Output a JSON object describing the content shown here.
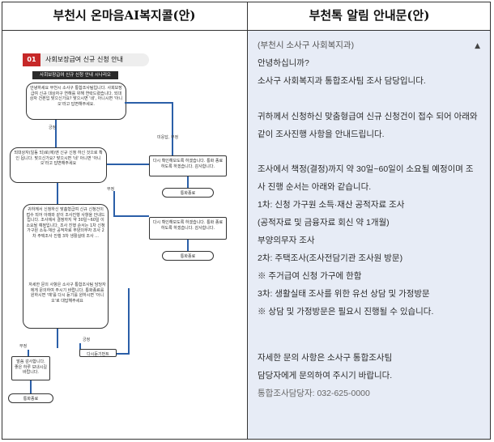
{
  "headers": {
    "left_title": "부천시 온마음AI복지콜(안)",
    "right_title": "부천톡 알림 안내문(안)"
  },
  "flowchart": {
    "step_number": "01",
    "step_title": "사회보장급여 신규 신청 안내",
    "sub_title": "사회보장급여 신규 신청 안내 시나리오",
    "intro_box": "안녕하세요 부천시 소사구 통합조사팀입니다. 사회보장급여 신규 대상자구 연해를 위해 연락드렸습니다. 되대상자 건본입 맞으신가요? 맞으시면 '네', 아니시면 '아니오'라고 답변해주세요.",
    "branch_yes": "긍정",
    "branch_no_reply": "미응답, 부정",
    "confirm_box": "되대상자(일동 되)로(에)엔 신규 신청 하신 것으로 확인 됩니다. 맞으신가요? 맞으시면 '네' 아니면 '아니오'라고 답변해주세요",
    "recheck_box_1": "다시 확인해보도록 하겠습니다. 통화 종료 하도록 하겠습니다. 감사합니다.",
    "end_label_1": "통화종료",
    "branch_no": "부정",
    "main_box": "귀하께서 신청하신 맞춤형급여 신규 신청건이 접수 되어 아래와 같이 조사진행 사항을 안내드립니다. 조사에서 결정까지 약 30일~60일 이 소요될 예정입니다. 조사 진행 순서는 1차 신청 가구원 소득·재산 공적자료 부양의무자 조사 2차 주택조사 진행 3차 생활실태 조사 ...",
    "recheck_box_2": "다시 확인해보도록 하겠습니다. 통화 종료 하도록 하겠습니다. 감사합니다.",
    "end_label_2": "통화종료",
    "contact_box": "자세한 문의 사항은 소사구 통합조사팀 담당자에게 문의하여 주시기 바랍니다. 통화종료를 원하시면 '예'를 다시 듣기를 원하시면 '아니오'로 대답해주세요",
    "branch_yes_2": "긍정",
    "replay_box": "다시듣기번트",
    "end_box_text": "말씀 감사합니다. 좋은 하루 보내시길 바랍니다.",
    "end_label_3": "통화종료"
  },
  "message": {
    "lines": [
      "(부천시 소사구 사회복지과)",
      "안녕하십니까?",
      "소사구 사회복지과 통합조사팀 조사 담당입니다.",
      "",
      "귀하께서 신청하신 맞춤형급여 신규 신청건이 접수 되어 아래와",
      "같이 조사진행 사항을 안내드립니다.",
      "",
      "조사에서 책정(결정)까지 약 30일~60일이 소요될 예정이며 조",
      "사 진행 순서는 아래와 같습니다.",
      "1차: 신청 가구원 소득·재산 공적자료 조사",
      "(공적자료 및 금융자료 회신 약 1개월)",
      "부양의무자 조사",
      "2차: 주택조사(조사전담기관 조사원 방문)",
      "※ 주거급여 신청 가구에 한함",
      "3차: 생활실태 조사를 위한 유선 상담 및 가정방문",
      "※ 상담 및 가정방문은 필요시 진행될 수 있습니다.",
      "",
      "",
      "자세한 문의 사항은 소사구 통합조사팀",
      "담당자에게 문의하여 주시기 바랍니다.",
      "통합조사담당자: 032-625-0000"
    ]
  }
}
